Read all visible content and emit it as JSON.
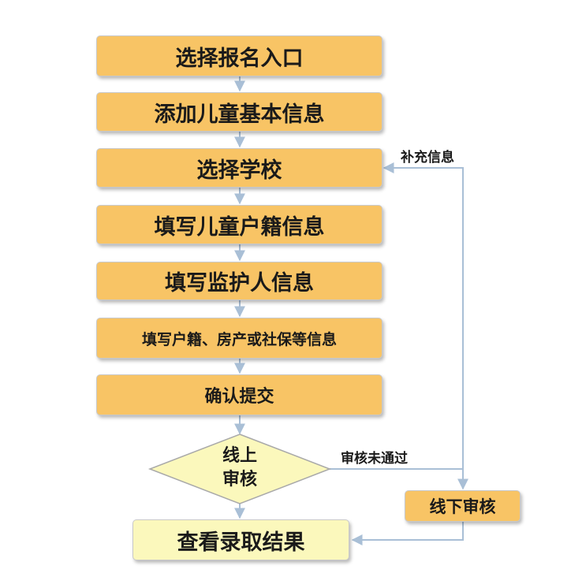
{
  "steps": [
    {
      "id": "s1",
      "label": "选择报名入口"
    },
    {
      "id": "s2",
      "label": "添加儿童基本信息"
    },
    {
      "id": "s3",
      "label": "选择学校"
    },
    {
      "id": "s4",
      "label": "填写儿童户籍信息"
    },
    {
      "id": "s5",
      "label": "填写监护人信息"
    },
    {
      "id": "s6",
      "label": "填写户籍、房产或社保等信息"
    },
    {
      "id": "s7",
      "label": "确认提交"
    }
  ],
  "decision": {
    "line1": "线上",
    "line2": "审核"
  },
  "result": {
    "label": "查看录取结果"
  },
  "offline": {
    "label": "线下审核"
  },
  "edges": {
    "rejected_label": "审核未通过",
    "supplement_label": "补充信息"
  },
  "colors": {
    "step_fill": "#f8c465",
    "decision_fill": "#fbf8bc",
    "result_fill": "#fbf8bc",
    "arrow": "#a9bfd6"
  }
}
